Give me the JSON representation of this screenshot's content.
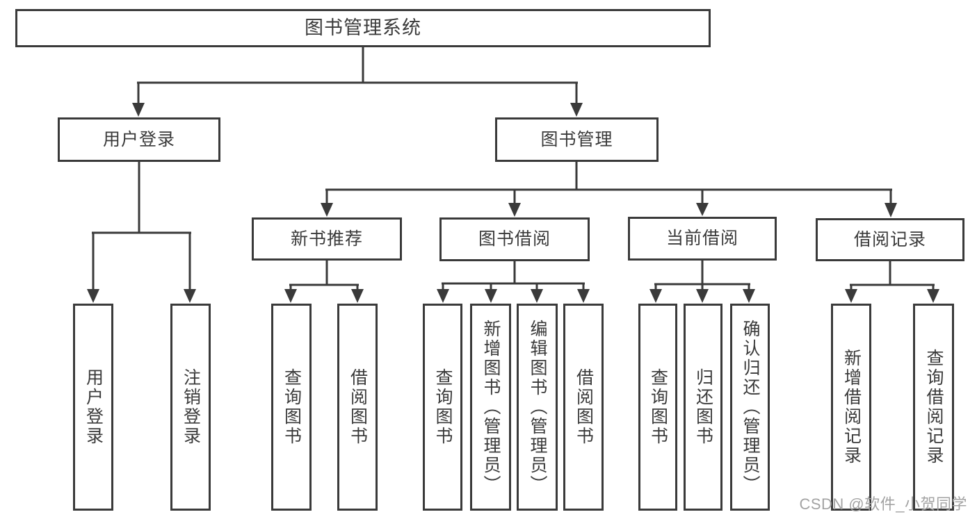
{
  "diagram": {
    "root": {
      "label": "图书管理系统"
    },
    "level2": {
      "user_login": {
        "label": "用户登录"
      },
      "book_management": {
        "label": "图书管理"
      }
    },
    "level3": {
      "new_book_recommend": {
        "label": "新书推荐"
      },
      "book_borrow": {
        "label": "图书借阅"
      },
      "current_borrow": {
        "label": "当前借阅"
      },
      "borrow_record": {
        "label": "借阅记录"
      }
    },
    "leaves": {
      "user_login": {
        "label": "用户登录"
      },
      "logout": {
        "label": "注销登录"
      },
      "rec_query_books": {
        "label": "查询图书"
      },
      "rec_borrow_books": {
        "label": "借阅图书"
      },
      "bb_query_books": {
        "label": "查询图书"
      },
      "bb_add_books": {
        "label": "新增图书（管理员）"
      },
      "bb_edit_books": {
        "label": "编辑图书（管理员）"
      },
      "bb_borrow_books": {
        "label": "借阅图书"
      },
      "cb_query_books": {
        "label": "查询图书"
      },
      "cb_return_books": {
        "label": "归还图书"
      },
      "cb_confirm_return": {
        "label": "确认归还（管理员）"
      },
      "br_add_record": {
        "label": "新增借阅记录"
      },
      "br_query_record": {
        "label": "查询借阅记录"
      }
    },
    "watermark": "CSDN @软件_小贺同学",
    "colors": {
      "line": "#3a3a3a",
      "text": "#3a3a3a",
      "background": "#ffffff",
      "watermark": "#a3a3a3"
    }
  }
}
